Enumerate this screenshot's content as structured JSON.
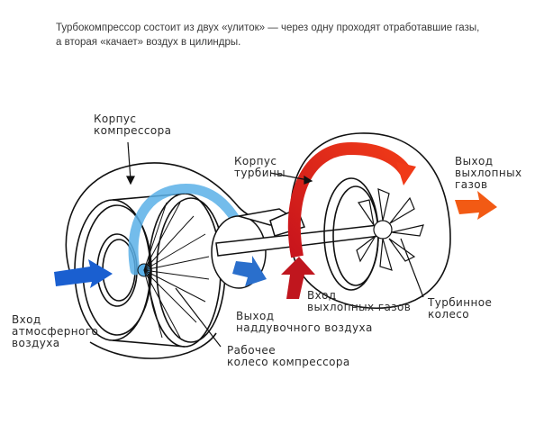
{
  "caption": {
    "line1": "Турбокомпрессор состоит из двух «улиток» — через одну проходят отработавшие газы,",
    "line2": "а вторая «качает» воздух в цилиндры."
  },
  "labels": {
    "compressor_housing": [
      "Корпус",
      "компрессора"
    ],
    "turbine_housing": [
      "Корпус",
      "турбины"
    ],
    "exhaust_out": [
      "Выход",
      "выхлопных",
      "газов"
    ],
    "air_in": [
      "Вход",
      "атмосферного",
      "воздуха"
    ],
    "boost_out": [
      "Выход",
      "наддувочного воздуха"
    ],
    "exhaust_in": [
      "Вход",
      "выхлопных газов"
    ],
    "turbine_wheel": [
      "Турбинное",
      "колесо"
    ],
    "compressor_wheel": [
      "Рабочее",
      "колесо компрессора"
    ]
  },
  "colors": {
    "air_flow": "#1a5fd0",
    "air_flow_light": "#5ab0e8",
    "exhaust_flow": "#d81e1e",
    "exhaust_in": "#c0161e",
    "exhaust_out": "#f25a14",
    "outline": "#111111"
  }
}
